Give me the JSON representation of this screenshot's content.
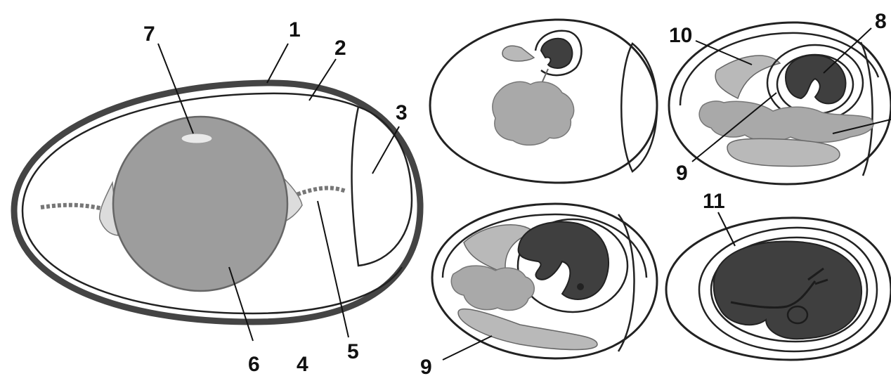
{
  "labels": {
    "l1": "1",
    "l2": "2",
    "l3": "3",
    "l4": "4",
    "l5": "5",
    "l6": "6",
    "l7": "7",
    "l8": "8",
    "l9a": "9",
    "l9b": "9",
    "l10": "10",
    "l11": "11"
  },
  "colors": {
    "shell": "#444444",
    "yolk": "#9d9d9d",
    "embryo": "#3f3f3f",
    "albumen": "#f3f3f3"
  }
}
